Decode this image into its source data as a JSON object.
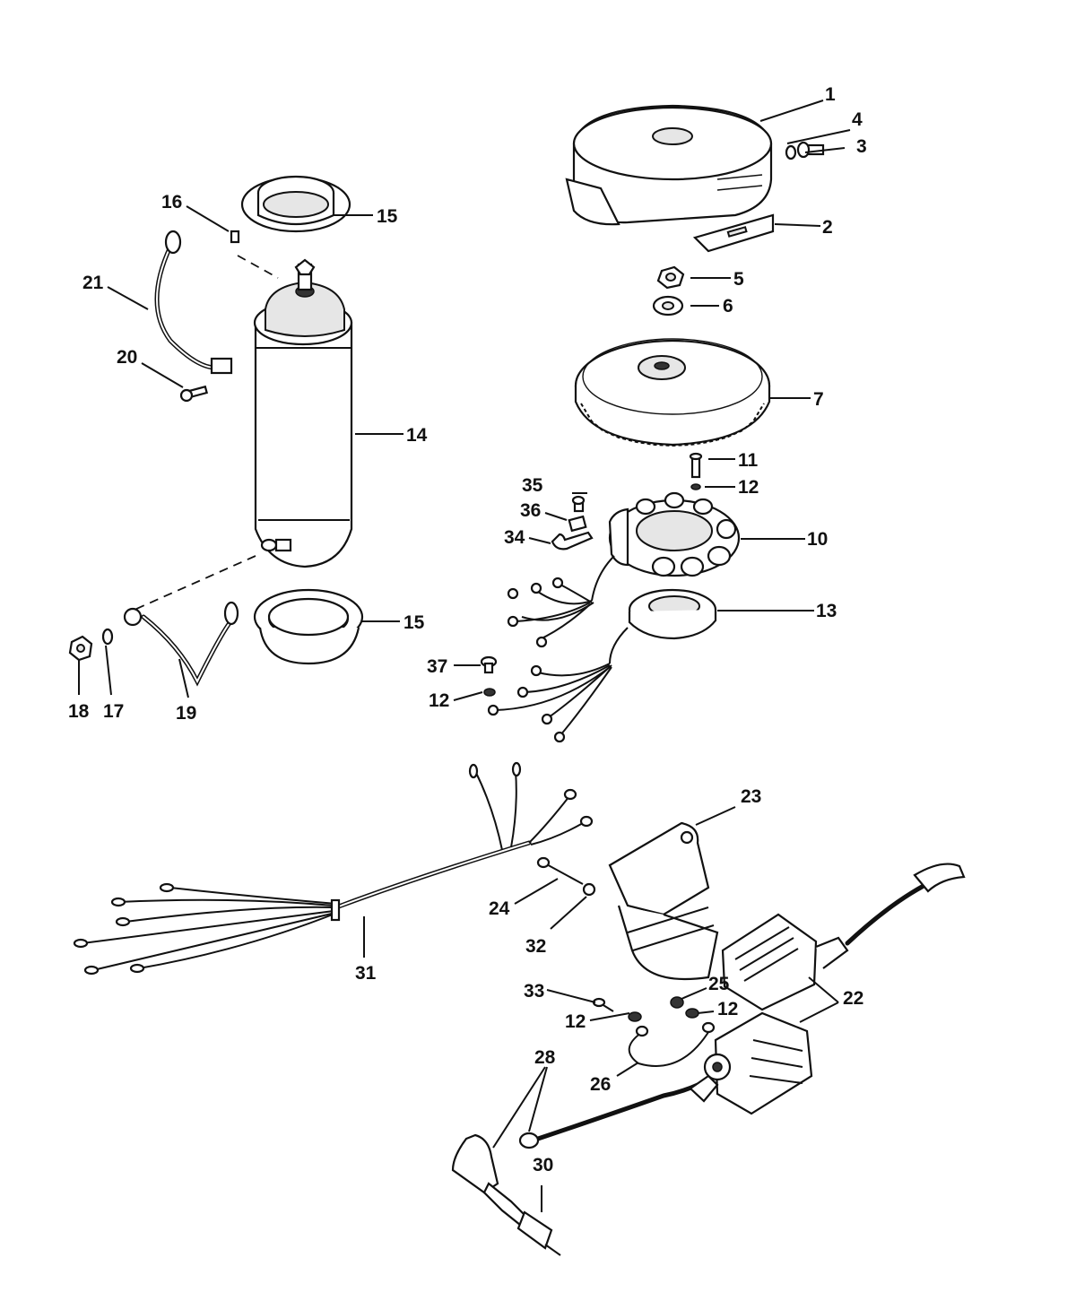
{
  "callouts": {
    "c1": "1",
    "c2": "2",
    "c3": "3",
    "c4": "4",
    "c5": "5",
    "c6": "6",
    "c7": "7",
    "c10": "10",
    "c11": "11",
    "c12a": "12",
    "c12b": "12",
    "c12c": "12",
    "c12d": "12",
    "c13": "13",
    "c14": "14",
    "c15a": "15",
    "c15b": "15",
    "c16": "16",
    "c17": "17",
    "c18": "18",
    "c19": "19",
    "c20": "20",
    "c21": "21",
    "c22": "22",
    "c23": "23",
    "c24": "24",
    "c25": "25",
    "c26": "26",
    "c28": "28",
    "c30": "30",
    "c31": "31",
    "c32": "32",
    "c33": "33",
    "c34": "34",
    "c35": "35",
    "c36": "36",
    "c37": "37"
  },
  "colors": {
    "ink": "#111111",
    "paper": "#ffffff"
  }
}
